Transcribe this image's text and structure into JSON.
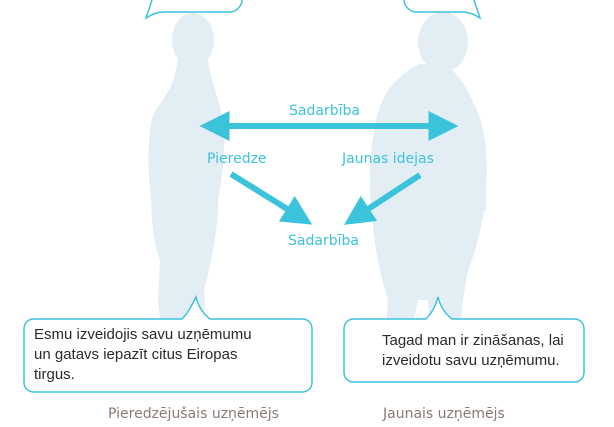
{
  "center_label": "Sadarbība",
  "left_node": "Pieredze",
  "right_node": "Jaunas idejas",
  "bottom_node": "Sadarbība",
  "left_bubble": {
    "lines": [
      "Esmu izveidojis savu uzņēmumu",
      "un gatavs iepazīt citus Eiropas",
      "tirgus."
    ]
  },
  "right_bubble": {
    "lines": [
      "Tagad man ir zināšanas, lai",
      "izveidotu savu uzņēmumu."
    ]
  },
  "left_caption": "Pieredzējušais uzņēmējs",
  "right_caption": "Jaunais uzņēmējs",
  "colors": {
    "accent": "#3cc3dc",
    "silhouette": "#e2eef4",
    "bubble_border": "#3cc3dc",
    "caption": "#8a7a72"
  }
}
